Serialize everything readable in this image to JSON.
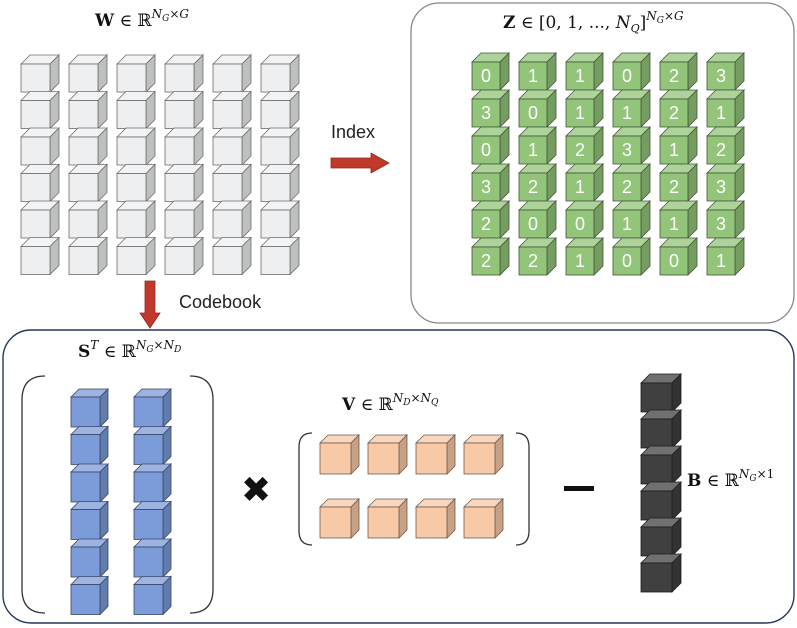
{
  "labels": {
    "W_title": "W ∈ ℝ^(N_G×G)",
    "Z_title": "Z ∈ [0,1,...,N_Q]^(N_G×G)",
    "S_title": "S^T ∈ ℝ^(N_G×N_D)",
    "V_title": "V ∈ ℝ^(N_D×N_Q)",
    "B_title": "B ∈ ℝ^(N_G×1)",
    "index_arrow": "Index",
    "codebook_arrow": "Codebook",
    "multiply_symbol": "✖",
    "minus_symbol": "−"
  },
  "index_grid": [
    [
      "0",
      "1",
      "1",
      "0",
      "2",
      "3"
    ],
    [
      "3",
      "0",
      "1",
      "1",
      "2",
      "1"
    ],
    [
      "0",
      "1",
      "2",
      "3",
      "1",
      "2"
    ],
    [
      "3",
      "2",
      "1",
      "2",
      "2",
      "3"
    ],
    [
      "2",
      "0",
      "0",
      "1",
      "1",
      "3"
    ],
    [
      "2",
      "2",
      "1",
      "0",
      "0",
      "1"
    ]
  ],
  "colors": {
    "W_cube": "#eeeff1",
    "Z_cube": "#92c47a",
    "S_cube": "#7c9bd9",
    "V_cube": "#f7c9a7",
    "B_cube": "#404040",
    "arrow": "#c0392b"
  }
}
